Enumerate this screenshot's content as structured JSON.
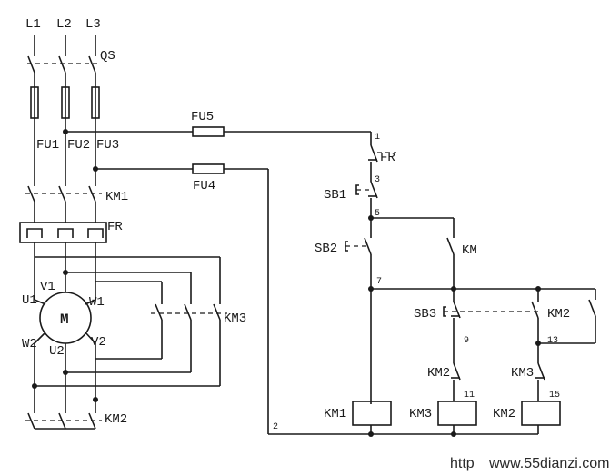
{
  "supply": {
    "l1": "L1",
    "l2": "L2",
    "l3": "L3",
    "qs": "QS"
  },
  "fuses": {
    "fu1": "FU1",
    "fu2": "FU2",
    "fu3": "FU3",
    "fu4": "FU4",
    "fu5": "FU5"
  },
  "power_circuit": {
    "km1": "KM1",
    "fr": "FR",
    "km3": "KM3",
    "km2": "KM2"
  },
  "motor": {
    "label": "M",
    "u1": "U1",
    "v1": "V1",
    "w1": "W1",
    "u2": "U2",
    "v2": "V2",
    "w2": "W2"
  },
  "control_circuit": {
    "fr": "FR",
    "sb1": "SB1",
    "sb2": "SB2",
    "sb3": "SB3",
    "km_contact": "KM",
    "km2_contact": "KM2",
    "km3_contact": "KM3",
    "km2_interlock": "KM2",
    "coil_km1": "KM1",
    "coil_km3": "KM3",
    "coil_km2": "KM2"
  },
  "nodes": {
    "n1": "1",
    "n2": "2",
    "n3": "3",
    "n5": "5",
    "n7": "7",
    "n9": "9",
    "n11": "11",
    "n13": "13",
    "n15": "15"
  },
  "watermark": {
    "left": "http",
    "right": "www.55dianzi.com"
  }
}
